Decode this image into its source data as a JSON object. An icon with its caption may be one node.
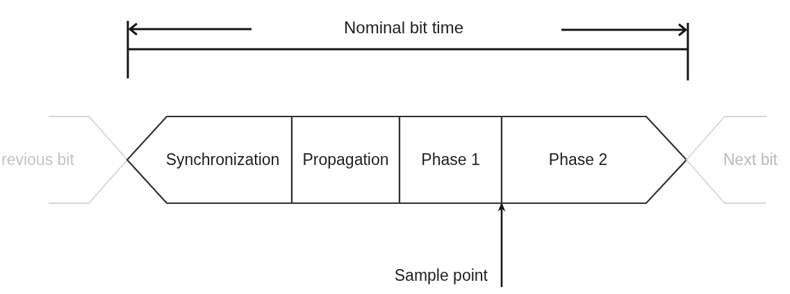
{
  "diagram": {
    "nodes": [
      {
        "text": [
          "revious bit"
        ]
      },
      {
        "text": [
          "Synchronization"
        ]
      },
      {
        "text": [
          "Propagation"
        ]
      },
      {
        "text": [
          "Phase 1"
        ]
      },
      {
        "text": [
          "Phase 2"
        ]
      },
      {
        "text": [
          "Next bit"
        ]
      },
      {
        "text": [
          "Sample point"
        ]
      }
    ],
    "edges": [
      {
        "from": 6,
        "to": 3,
        "arrow": "to"
      }
    ],
    "labels": [
      "Nominal bit time"
    ]
  }
}
